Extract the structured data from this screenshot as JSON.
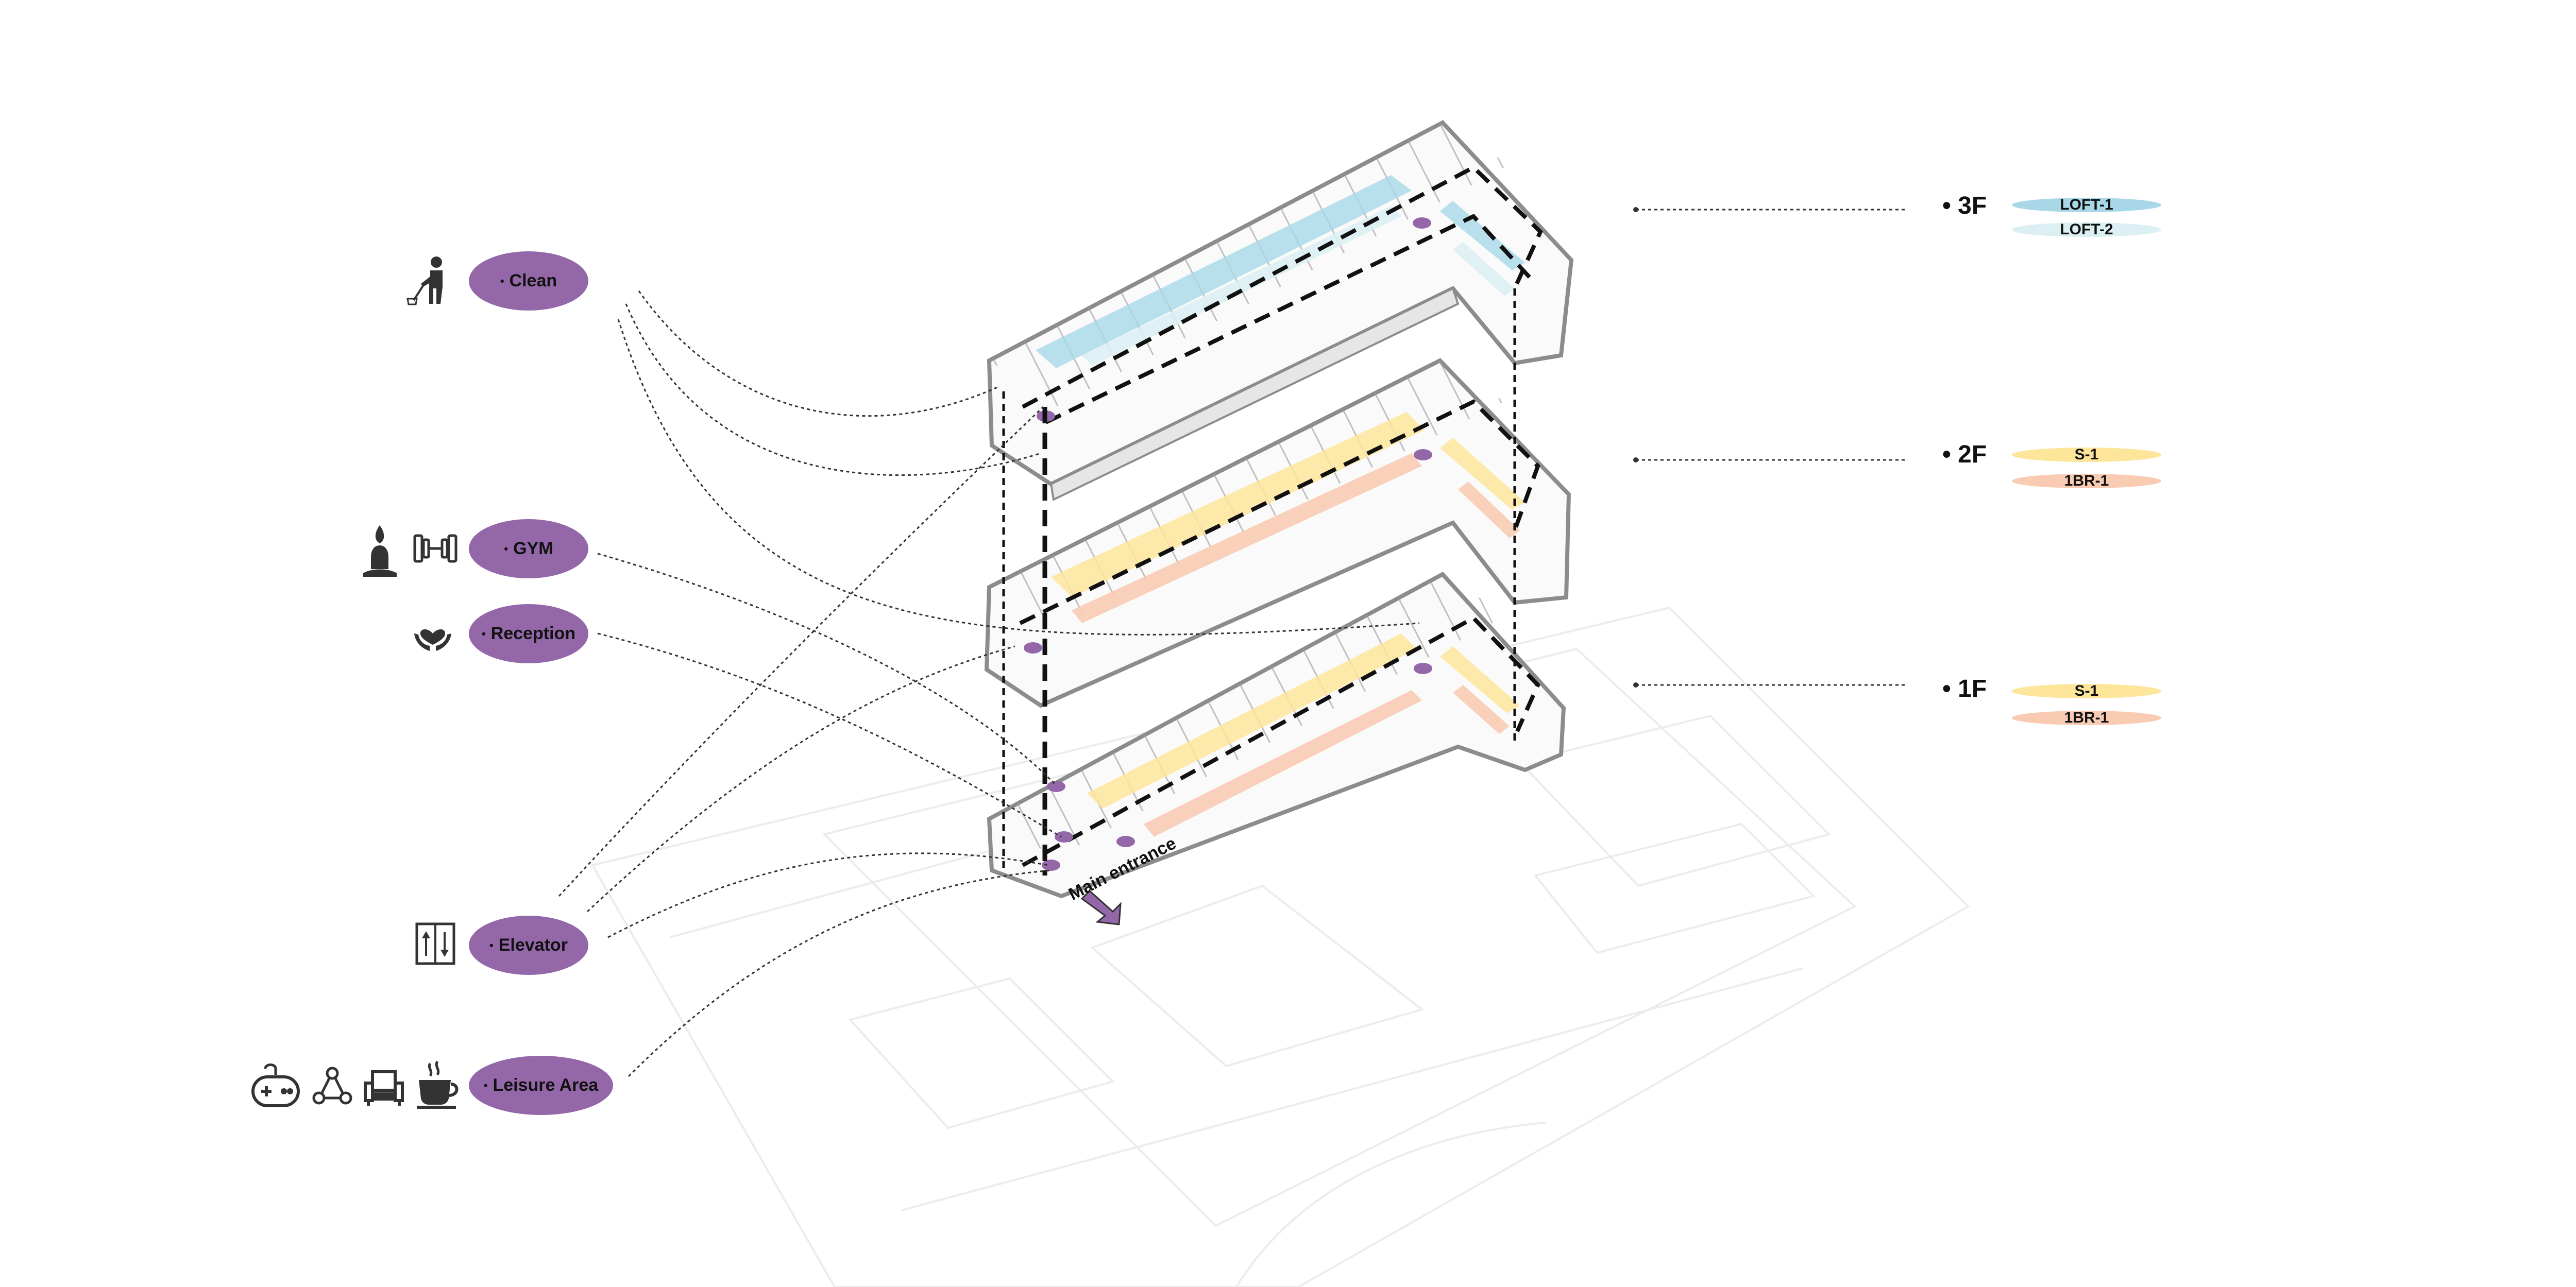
{
  "legend": {
    "clean": "Clean",
    "gym": "GYM",
    "reception": "Reception",
    "elevator": "Elevator",
    "leisure": "Leisure Area",
    "bullet": "•"
  },
  "floors": {
    "f3": {
      "label": "3F",
      "units": [
        "LOFT-1",
        "LOFT-2"
      ]
    },
    "f2": {
      "label": "2F",
      "units": [
        "S-1",
        "1BR-1"
      ]
    },
    "f1": {
      "label": "1F",
      "units": [
        "S-1",
        "1BR-1"
      ]
    }
  },
  "entrance": "Main entrance",
  "colors": {
    "function_purple": "#9467a9",
    "loft_1": "#a8d8e8",
    "loft_2": "#dceff3",
    "s_1": "#fde59a",
    "br_1": "#f8cbb2",
    "line": "#333333",
    "building_stroke": "#8c8c8c"
  },
  "icons": {
    "clean": [
      "cleaning-person-icon"
    ],
    "gym": [
      "meditation-icon",
      "dumbbell-icon"
    ],
    "reception": [
      "heart-hands-icon"
    ],
    "elevator": [
      "elevator-icon"
    ],
    "leisure": [
      "gamepad-icon",
      "community-icon",
      "armchair-icon",
      "coffee-icon"
    ]
  }
}
